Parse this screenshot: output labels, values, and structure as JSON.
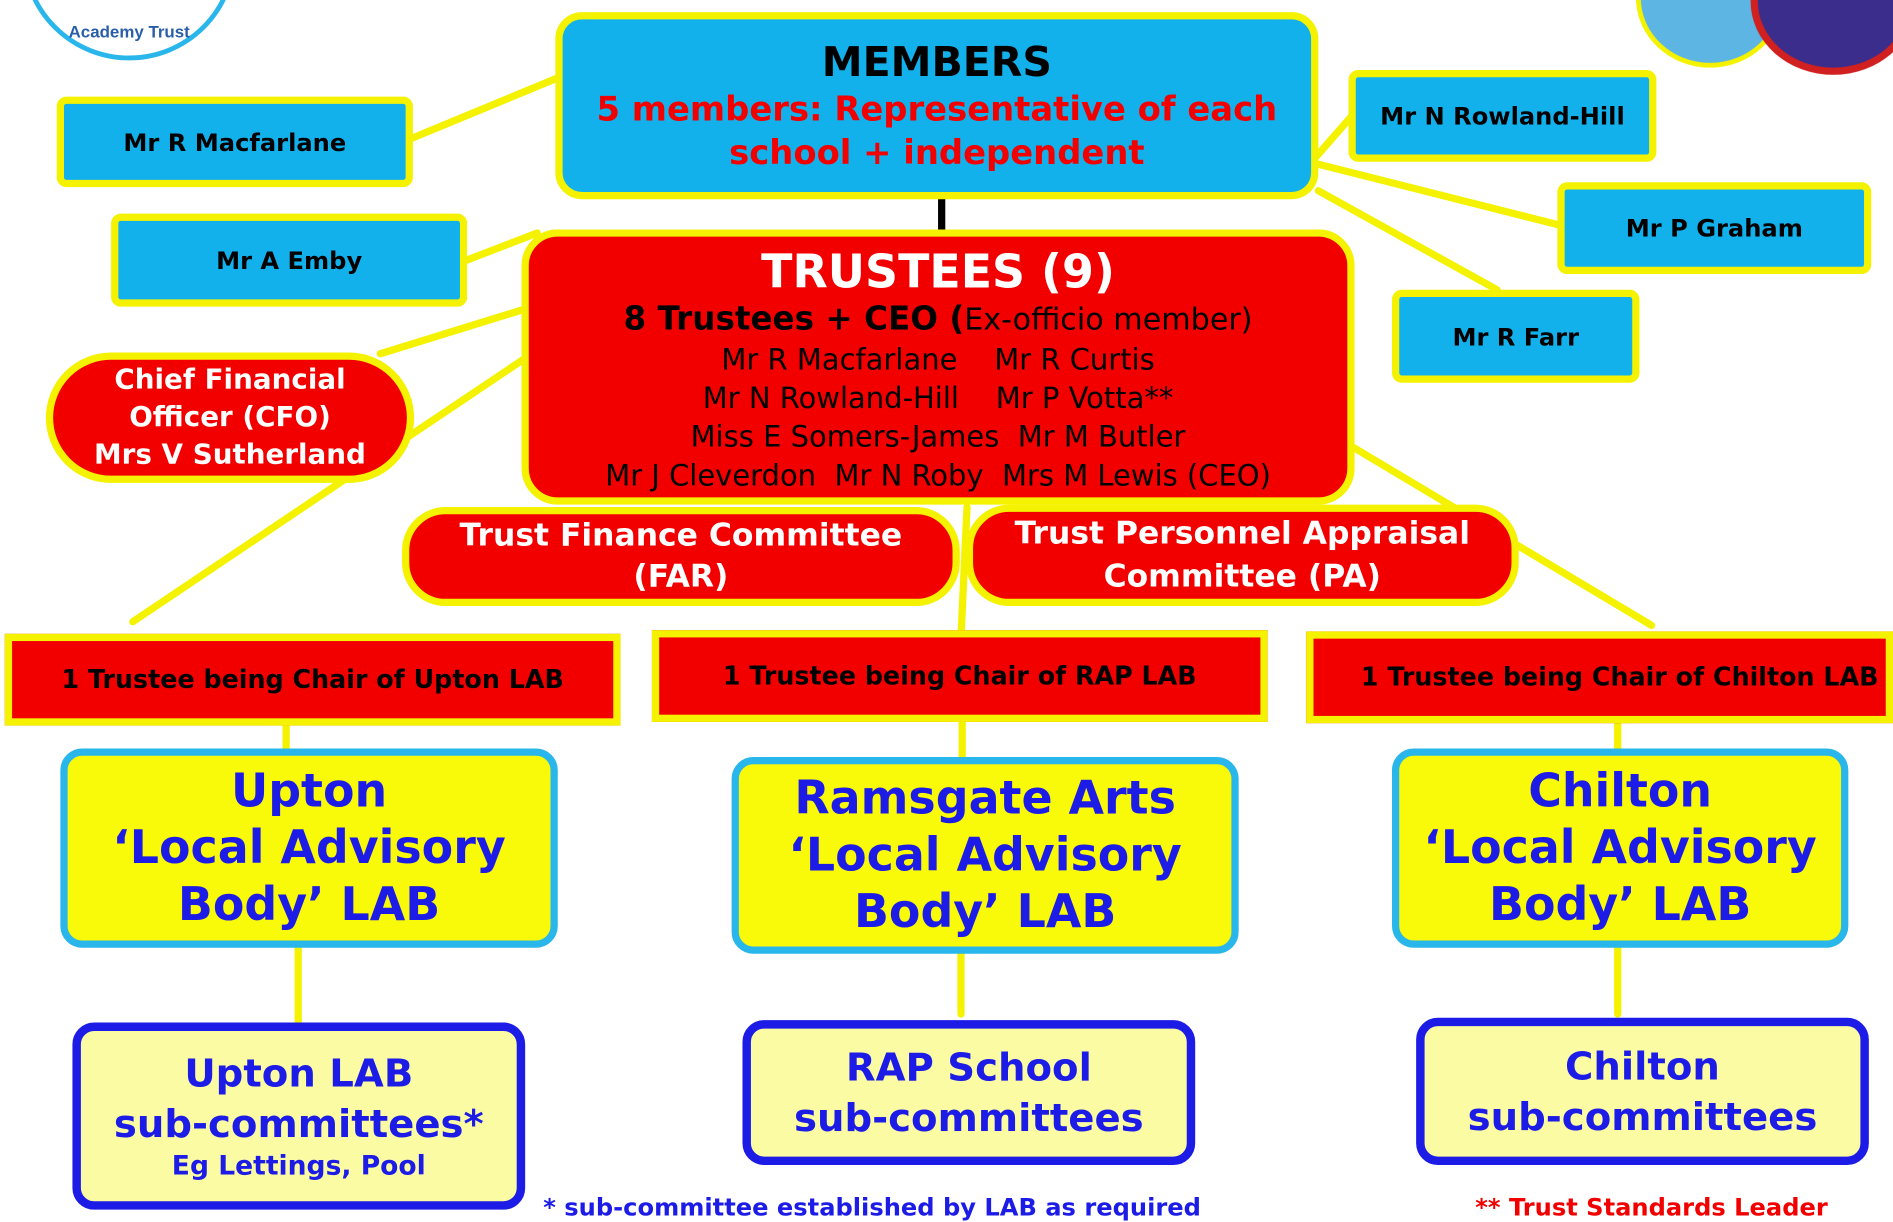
{
  "logo": {
    "caption": "Academy Trust"
  },
  "members": {
    "title": "MEMBERS",
    "subtitle_1": "5 members: Representative of each",
    "subtitle_2": "school + independent",
    "names": [
      "Mr R Macfarlane",
      "Mr A Emby",
      "Mr N Rowland-Hill",
      "Mr P Graham",
      "Mr R Farr"
    ]
  },
  "trustees": {
    "title": "TRUSTEES (9)",
    "summary_bold": "8 Trustees + CEO (",
    "summary_rest": "Ex-officio member)",
    "names_lines": [
      "Mr R Macfarlane    Mr R Curtis",
      "Mr N Rowland-Hill    Mr P Votta**",
      "Miss E Somers-James  Mr M Butler",
      "Mr J Cleverdon  Mr N Roby  Mrs M Lewis (CEO)"
    ]
  },
  "cfo": {
    "line1": "Chief Financial",
    "line2": "Officer (CFO)",
    "line3": "Mrs V Sutherland"
  },
  "committees": {
    "finance_1": "Trust Finance Committee",
    "finance_2": "(FAR)",
    "personnel_1": "Trust Personnel Appraisal",
    "personnel_2": "Committee (PA)"
  },
  "chairs": [
    "1 Trustee being Chair of Upton LAB",
    "1 Trustee being Chair of RAP LAB",
    "1 Trustee being Chair of Chilton LAB"
  ],
  "labs": [
    {
      "line1": "Upton",
      "line2": "‘Local Advisory",
      "line3": "Body’ LAB"
    },
    {
      "line1": "Ramsgate Arts",
      "line2": "‘Local Advisory",
      "line3": "Body’ LAB"
    },
    {
      "line1": "Chilton",
      "line2": "‘Local Advisory",
      "line3": "Body’ LAB"
    }
  ],
  "subcommittees": [
    {
      "line1": "Upton LAB",
      "line2": "sub-committees*",
      "line3": "Eg Lettings, Pool"
    },
    {
      "line1": "RAP School",
      "line2": "sub-committees"
    },
    {
      "line1": "Chilton",
      "line2": "sub-committees"
    }
  ],
  "footnotes": {
    "left": "* sub-committee established by LAB as required",
    "right": "** Trust Standards Leader"
  },
  "colors": {
    "yellow": "#f5f200",
    "sky_blue": "#13b1ec",
    "red": "#f20000",
    "royal_blue": "#1c1ce6",
    "lab_yellow": "#f9f90a",
    "sub_pale_yellow": "#fbfba4"
  }
}
